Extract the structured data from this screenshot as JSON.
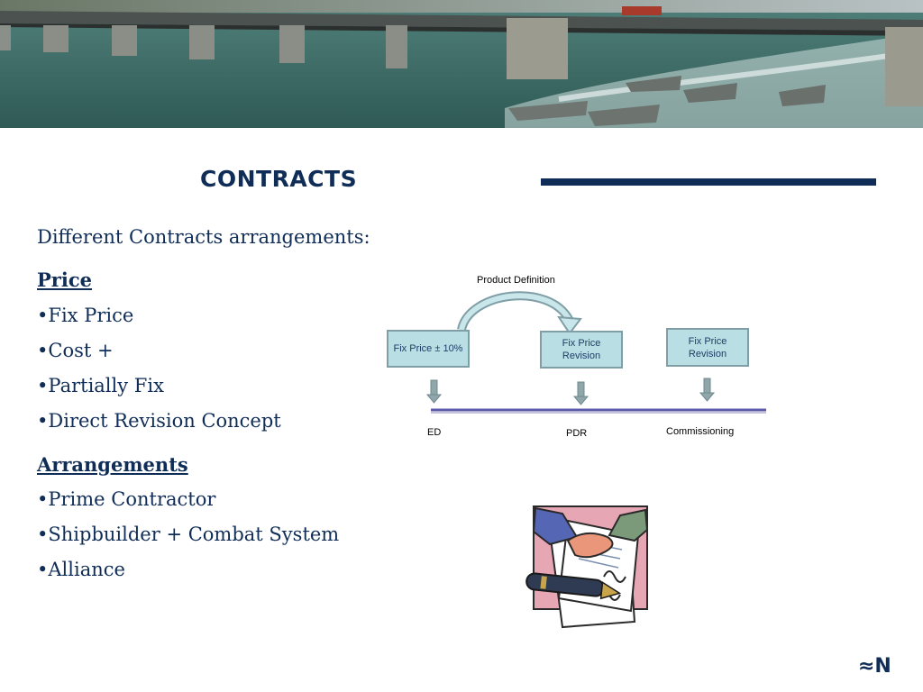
{
  "slide": {
    "title": "CONTRACTS",
    "intro": "Different Contracts arrangements:",
    "price_heading": "Price",
    "price_items": [
      "•Fix Price",
      "•Cost +",
      "•Partially Fix",
      "•Direct Revision Concept"
    ],
    "arrangements_heading": "Arrangements",
    "arrangement_items": [
      "•Prime Contractor",
      "•Shipbuilder + Combat System",
      "•Alliance"
    ]
  },
  "diagram": {
    "top_label": "Product Definition",
    "boxes": [
      "Fix Price ± 10%",
      "Fix Price Revision",
      "Fix Price Revision"
    ],
    "milestones": [
      "ED",
      "PDR",
      "Commissioning"
    ]
  },
  "footer": {
    "logo": "≈N"
  },
  "colors": {
    "navy": "#0f2d57",
    "box_fill": "#b9dee3",
    "box_border": "#7f9ea6",
    "timeline": "#5b5aa8"
  }
}
